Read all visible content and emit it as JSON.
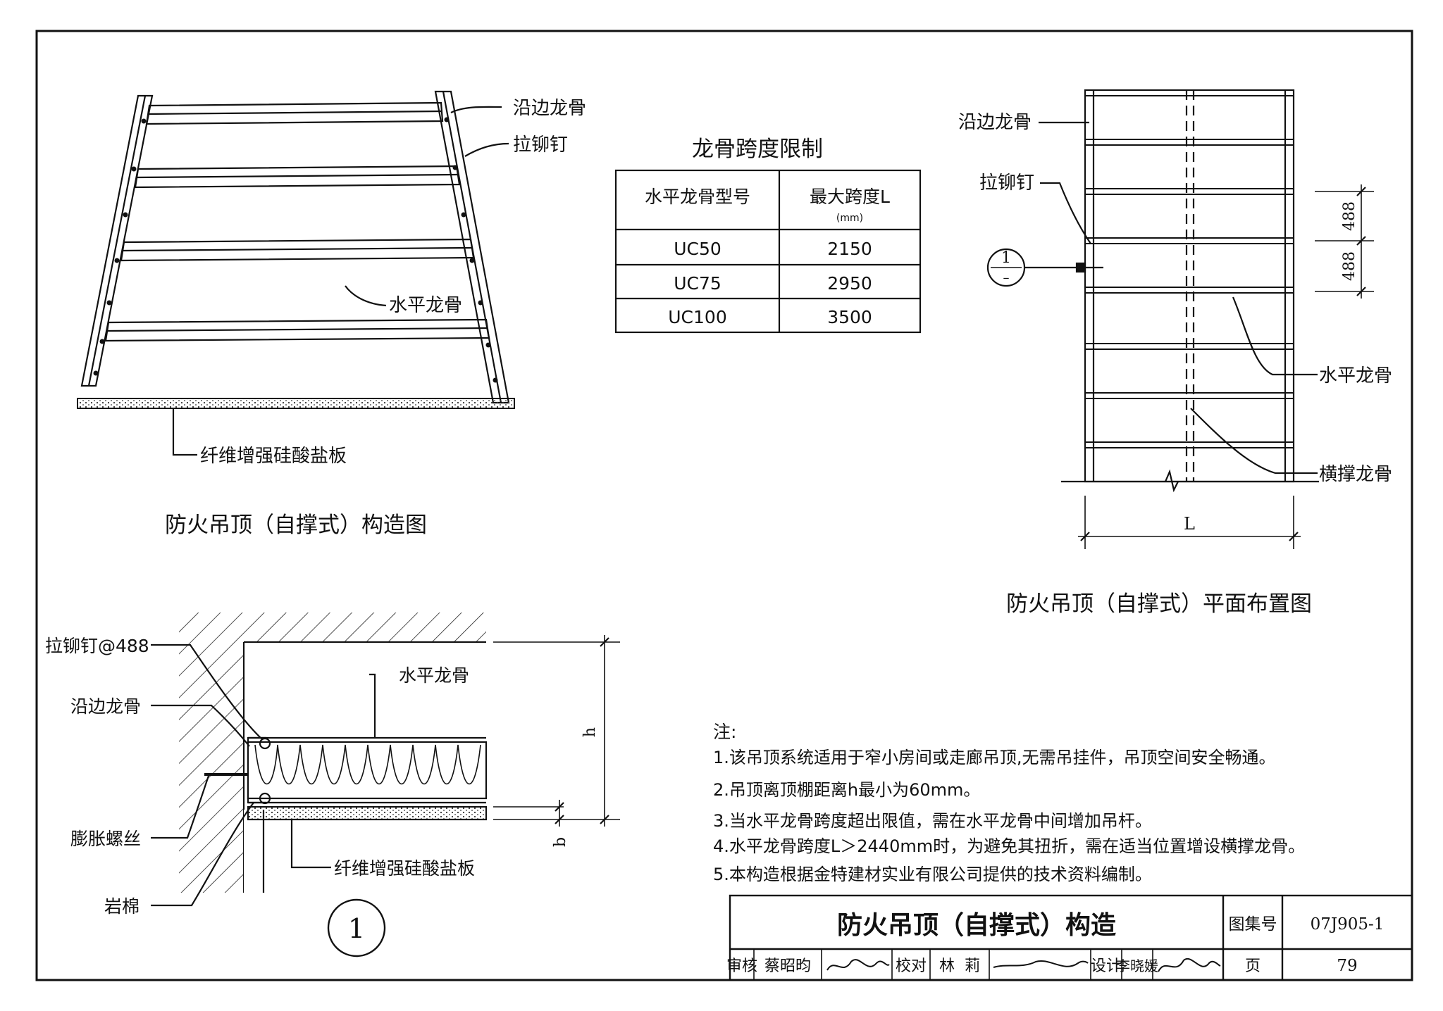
{
  "perspective": {
    "caption": "防火吊顶（自撑式）构造图",
    "label_edge": "沿边龙骨",
    "label_rivet": "拉铆钉",
    "label_horizontal": "水平龙骨",
    "label_board": "纤维增强硅酸盐板"
  },
  "table": {
    "title": "龙骨跨度限制",
    "col1_header": "水平龙骨型号",
    "col2_header": "最大跨度L",
    "col2_unit": "(mm)",
    "rows": [
      {
        "model": "UC50",
        "span": "2150"
      },
      {
        "model": "UC75",
        "span": "2950"
      },
      {
        "model": "UC100",
        "span": "3500"
      }
    ]
  },
  "plan": {
    "caption": "防火吊顶（自撑式）平面布置图",
    "label_edge": "沿边龙骨",
    "label_rivet": "拉铆钉",
    "label_horizontal": "水平龙骨",
    "label_brace": "横撑龙骨",
    "dim_1": "488",
    "dim_2": "488",
    "dim_L": "L",
    "section_num": "1",
    "section_sub": "–"
  },
  "section": {
    "label_rivet": "拉铆钉@488",
    "label_edge": "沿边龙骨",
    "label_horizontal": "水平龙骨",
    "label_bolt": "膨胀螺丝",
    "label_board": "纤维增强硅酸盐板",
    "label_wool": "岩棉",
    "dim_h": "h",
    "dim_b": "b",
    "number": "1"
  },
  "notes": {
    "heading": "注:",
    "items": [
      "1.该吊顶系统适用于窄小房间或走廊吊顶,无需吊挂件，吊顶空间安全畅通。",
      "2.吊顶离顶棚距离h最小为60mm。",
      "3.当水平龙骨跨度超出限值，需在水平龙骨中间增加吊杆。",
      "4.水平龙骨跨度L＞2440mm时，为避免其扭折，需在适当位置增设横撑龙骨。",
      "5.本构造根据金特建材实业有限公司提供的技术资料编制。"
    ]
  },
  "title_block": {
    "title": "防火吊顶（自撑式）构造",
    "atlas_label": "图集号",
    "atlas_no": "07J905-1",
    "review_label": "审核",
    "reviewer": "蔡昭昀",
    "check_label": "校对",
    "checker": "林  莉",
    "design_label": "设计",
    "designer": "李晓媛",
    "page_label": "页",
    "page_no": "79"
  }
}
